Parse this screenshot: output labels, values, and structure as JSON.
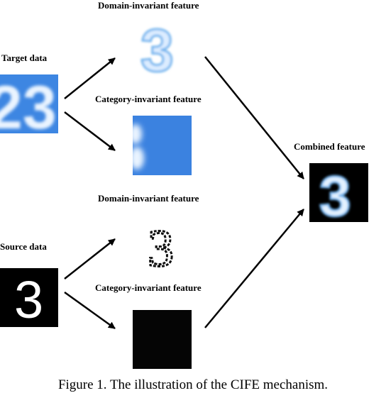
{
  "labels": {
    "target_data": "Target data",
    "source_data": "Source data",
    "target_domain_invariant": "Domain-invariant feature",
    "target_category_invariant": "Category-invariant feature",
    "source_domain_invariant": "Domain-invariant feature",
    "source_category_invariant": "Category-invariant feature",
    "combined": "Combined feature"
  },
  "glyphs": {
    "target_digits": "23",
    "target_feature_digit": "3",
    "source_digit": "3",
    "source_feature_digit": "3",
    "combined_digit": "3"
  },
  "caption": "Figure 1. The illustration of the CIFE mechanism.",
  "colors": {
    "target_blue": "#3b82e0",
    "digit_pale_blue": "#e6f3ff",
    "dark_background": "#000000",
    "arrow": "#000000"
  }
}
